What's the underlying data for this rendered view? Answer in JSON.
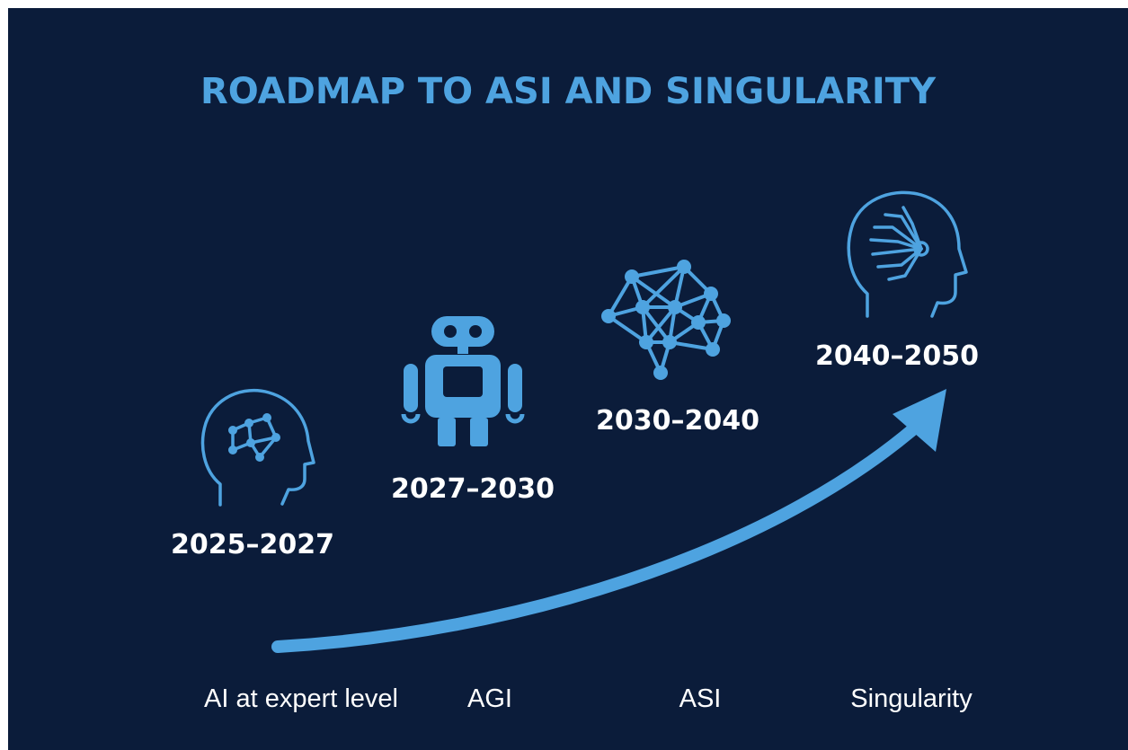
{
  "title": "ROADMAP TO ASI AND SINGULARITY",
  "colors": {
    "background": "#0b1c3a",
    "accent": "#4ea3e0",
    "text": "#ffffff"
  },
  "stages": [
    {
      "years": "2025–2027",
      "label": "AI at expert level",
      "icon": "head-brain-network-icon"
    },
    {
      "years": "2027–2030",
      "label": "AGI",
      "icon": "robot-icon"
    },
    {
      "years": "2030–2040",
      "label": "ASI",
      "icon": "neural-network-icon"
    },
    {
      "years": "2040–2050",
      "label": "Singularity",
      "icon": "head-circuit-icon"
    }
  ]
}
